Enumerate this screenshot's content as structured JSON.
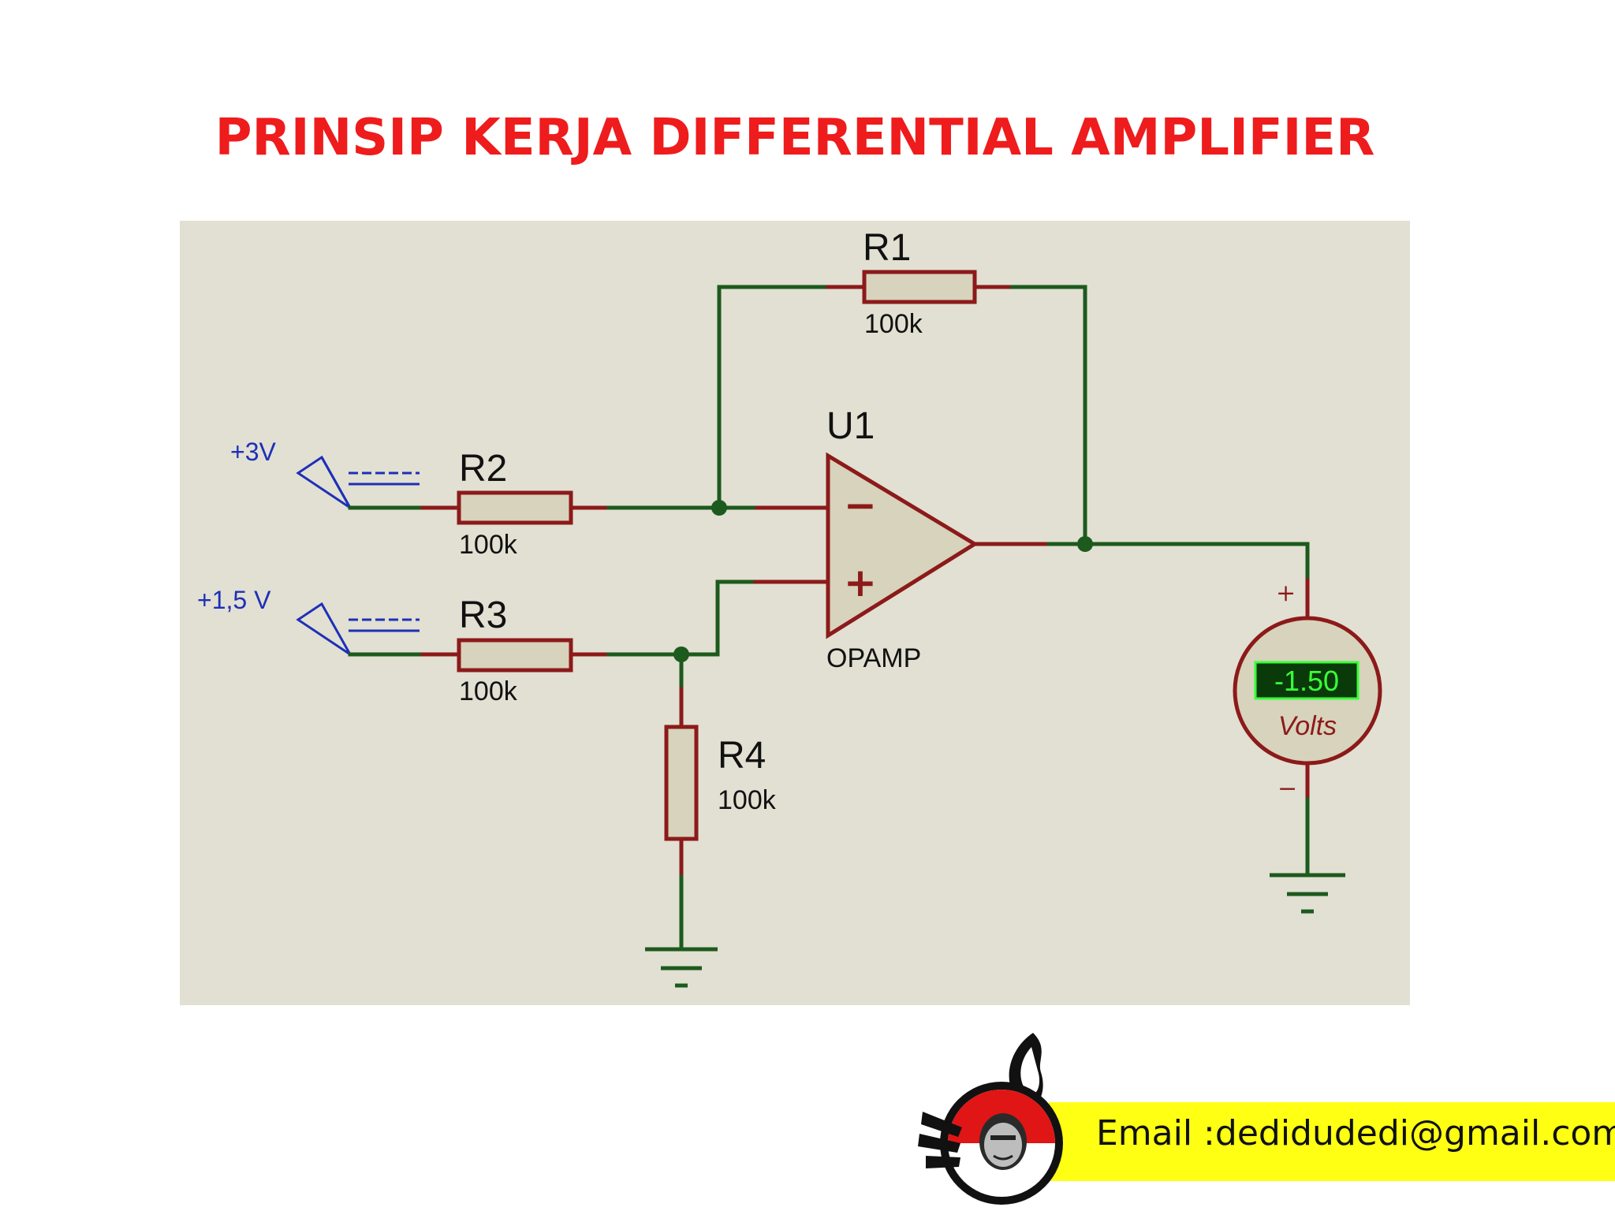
{
  "title": "PRINSIP KERJA DIFFERENTIAL AMPLIFIER",
  "circuit": {
    "r1": {
      "name": "R1",
      "value": "100k"
    },
    "r2": {
      "name": "R2",
      "value": "100k"
    },
    "r3": {
      "name": "R3",
      "value": "100k"
    },
    "r4": {
      "name": "R4",
      "value": "100k"
    },
    "opamp": {
      "name": "U1",
      "type": "OPAMP",
      "inverting_sign": "−",
      "noninverting_sign": "+"
    },
    "source1": {
      "label": "+3V"
    },
    "source2": {
      "label": "+1,5 V"
    },
    "voltmeter": {
      "reading": "-1.50",
      "unit": "Volts",
      "plus_sign": "+",
      "minus_sign": "−"
    }
  },
  "colors": {
    "title": "#ee1c1c",
    "schematic_bg": "#e1e0d2",
    "wire": "#1d5a1d",
    "component": "#8c1a1a",
    "source_label": "#1e2fb8",
    "display_bg": "#0a3a0a",
    "display_text": "#38ff38",
    "banner": "#ffff14"
  },
  "footer": {
    "email": "Email :dedidudedi@gmail.com"
  }
}
